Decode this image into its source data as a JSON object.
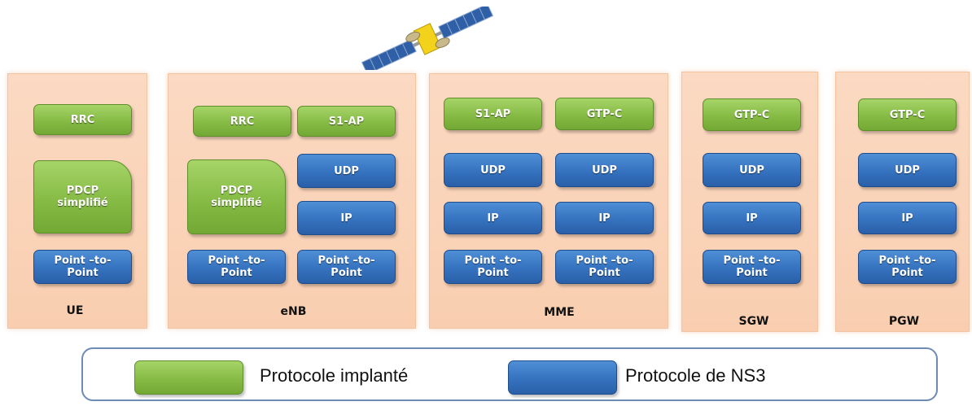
{
  "panels": [
    {
      "label": "UE",
      "blocks": [
        {
          "text": "RRC",
          "kind": "green"
        },
        {
          "text": "PDCP\nsimplifié",
          "kind": "green"
        },
        {
          "text": "Point –to-\nPoint",
          "kind": "blue"
        }
      ]
    },
    {
      "label": "eNB",
      "blocks": [
        {
          "text": "RRC",
          "kind": "green"
        },
        {
          "text": "S1-AP",
          "kind": "green"
        },
        {
          "text": "PDCP\nsimplifié",
          "kind": "green"
        },
        {
          "text": "UDP",
          "kind": "blue"
        },
        {
          "text": "IP",
          "kind": "blue"
        },
        {
          "text": "Point –to-\nPoint",
          "kind": "blue"
        },
        {
          "text": "Point –to-\nPoint",
          "kind": "blue"
        }
      ]
    },
    {
      "label": "MME",
      "blocks": [
        {
          "text": "S1-AP",
          "kind": "green"
        },
        {
          "text": "GTP-C",
          "kind": "green"
        },
        {
          "text": "UDP",
          "kind": "blue"
        },
        {
          "text": "UDP",
          "kind": "blue"
        },
        {
          "text": "IP",
          "kind": "blue"
        },
        {
          "text": "IP",
          "kind": "blue"
        },
        {
          "text": "Point –to-\nPoint",
          "kind": "blue"
        },
        {
          "text": "Point –to-\nPoint",
          "kind": "blue"
        }
      ]
    },
    {
      "label": "SGW",
      "blocks": [
        {
          "text": "GTP-C",
          "kind": "green"
        },
        {
          "text": "UDP",
          "kind": "blue"
        },
        {
          "text": "IP",
          "kind": "blue"
        },
        {
          "text": "Point –to-\nPoint",
          "kind": "blue"
        }
      ]
    },
    {
      "label": "PGW",
      "blocks": [
        {
          "text": "GTP-C",
          "kind": "green"
        },
        {
          "text": "UDP",
          "kind": "blue"
        },
        {
          "text": "IP",
          "kind": "blue"
        },
        {
          "text": "Point –to-\nPoint",
          "kind": "blue"
        }
      ]
    }
  ],
  "legend": {
    "implanted": "Protocole implanté",
    "ns3": "Protocole de NS3"
  },
  "colors": {
    "green": "#86bb45",
    "blue": "#3572bf",
    "panel": "#f9ceb0"
  },
  "icons": {
    "top": "satellite-icon"
  }
}
